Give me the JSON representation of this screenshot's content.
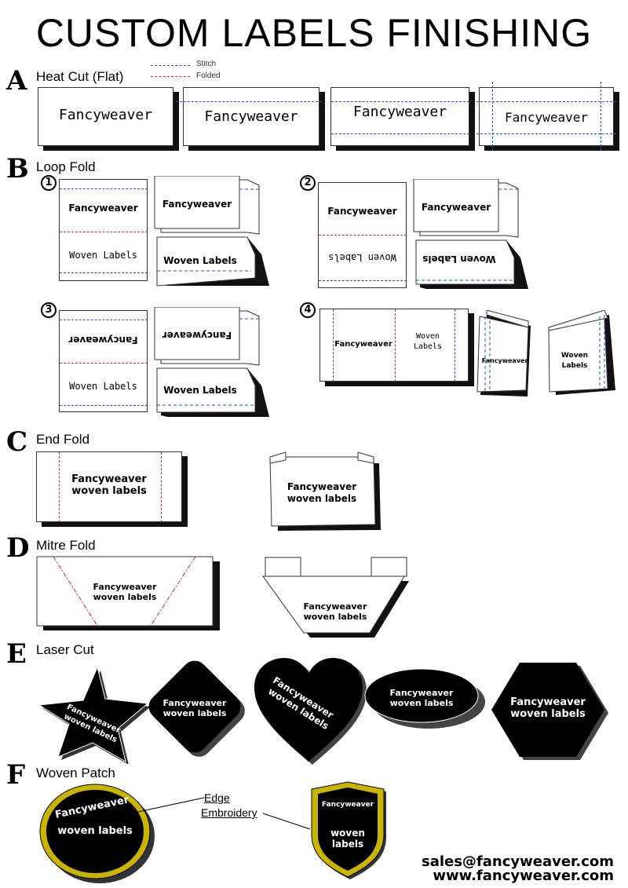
{
  "title": "CUSTOM LABELS FINISHING",
  "legend": {
    "stitch": "Stitch",
    "folded": "Folded"
  },
  "colors": {
    "stitch": "#1d55c6",
    "fold": "#e0202a",
    "patch_border": "#c9b400"
  },
  "sections": {
    "a": {
      "letter": "A",
      "title": "Heat Cut (Flat)"
    },
    "b": {
      "letter": "B",
      "title": "Loop Fold"
    },
    "c": {
      "letter": "C",
      "title": "End Fold"
    },
    "d": {
      "letter": "D",
      "title": "Mitre Fold"
    },
    "e": {
      "letter": "E",
      "title": "Laser Cut"
    },
    "f": {
      "letter": "F",
      "title": "Woven Patch"
    }
  },
  "brand": "Fancyweaver",
  "woven_labels": "Woven Labels",
  "woven_labels_short": "Woven\nLabels",
  "fancyweaver_woven_labels": "Fancyweaver\nwoven labels",
  "woven_lower": "woven labels",
  "woven_two_line": "woven\nlabels",
  "numbers": [
    "1",
    "2",
    "3",
    "4"
  ],
  "callout": {
    "line1": "Edge",
    "line2": "Embroidery"
  },
  "footer": {
    "email": "sales@fancyweaver.com",
    "website": "www.fancyweaver.com"
  }
}
